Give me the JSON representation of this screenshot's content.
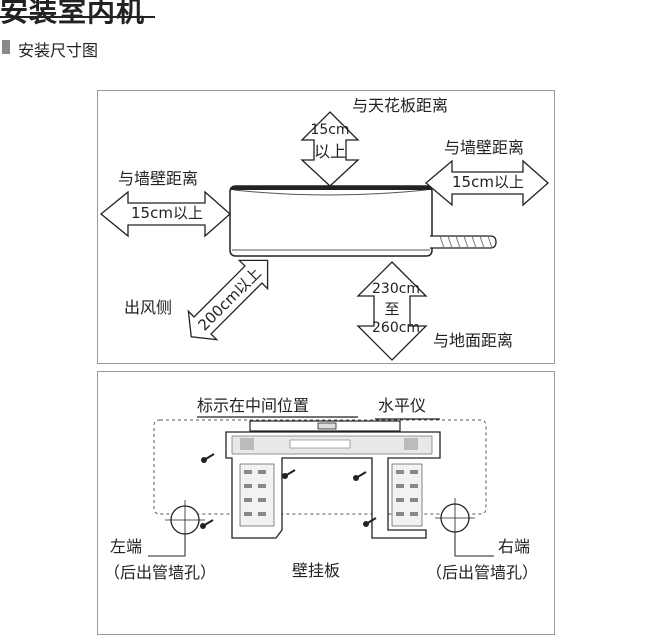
{
  "page": {
    "title": "安装室内机",
    "section": "安装尺寸图"
  },
  "clearance": {
    "ceiling_label": "与天花板距离",
    "ceiling_value_line1": "15cm",
    "ceiling_value_line2": "以上",
    "left_wall_label": "与墙壁距离",
    "left_wall_value": "15cm以上",
    "right_wall_label": "与墙壁距离",
    "right_wall_value": "15cm以上",
    "outlet_label": "出风侧",
    "outlet_value": "200cm以上",
    "floor_label": "与地面距离",
    "floor_value_line1": "230cm",
    "floor_value_line2": "至",
    "floor_value_line3": "260cm"
  },
  "mounting": {
    "center_mark_label": "标示在中间位置",
    "level_label": "水平仪",
    "plate_label": "壁挂板",
    "left_end_label": "左端",
    "left_hole_label": "（后出管墙孔）",
    "right_end_label": "右端",
    "right_hole_label": "（后出管墙孔）"
  }
}
